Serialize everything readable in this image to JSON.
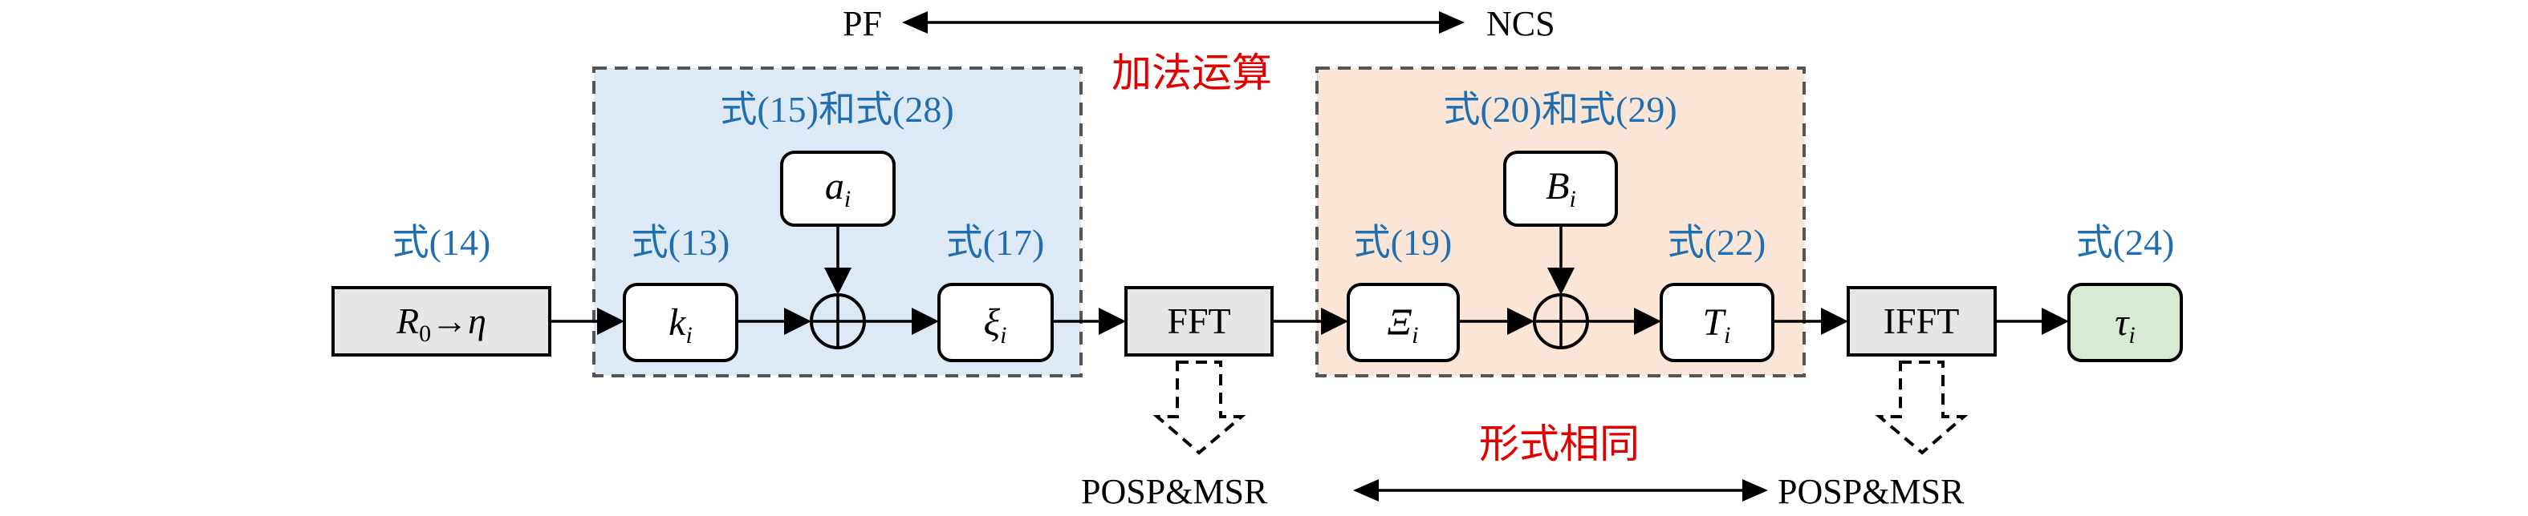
{
  "diagram": {
    "top_compare": {
      "left": "PF",
      "right": "NCS",
      "relation": "加法运算"
    },
    "bottom_compare": {
      "left": "POSP&MSR",
      "right": "POSP&MSR",
      "relation": "形式相同"
    },
    "groups": [
      {
        "id": "pf-group",
        "label": "式(15)和式(28)",
        "fill": "#dde9f5"
      },
      {
        "id": "ncs-group",
        "label": "式(20)和式(29)",
        "fill": "#fbe5d6"
      }
    ],
    "nodes": {
      "r0_eta": {
        "main": "R",
        "sub": "0",
        "arrow": "→",
        "tail": "η",
        "eq": "式(14)",
        "fill": "#e6e6e6"
      },
      "k_i": {
        "main": "k",
        "sub": "i",
        "eq": "式(13)"
      },
      "a_i": {
        "main": "a",
        "sub": "i"
      },
      "xi_i": {
        "main": "ξ",
        "sub": "i",
        "eq": "式(17)"
      },
      "fft": {
        "label": "FFT",
        "fill": "#e6e6e6"
      },
      "Xi_i": {
        "main": "Ξ",
        "sub": "i",
        "eq": "式(19)"
      },
      "B_i": {
        "main": "B",
        "sub": "i"
      },
      "T_i": {
        "main": "T",
        "sub": "i",
        "eq": "式(22)"
      },
      "ifft": {
        "label": "IFFT",
        "fill": "#e6e6e6"
      },
      "tau_i": {
        "main": "τ",
        "sub": "i",
        "eq": "式(24)",
        "fill": "#d9ead3"
      }
    },
    "colors": {
      "equation_text": "#1f6fb0",
      "annotation_text": "#e00000",
      "group_border": "#555555"
    }
  }
}
